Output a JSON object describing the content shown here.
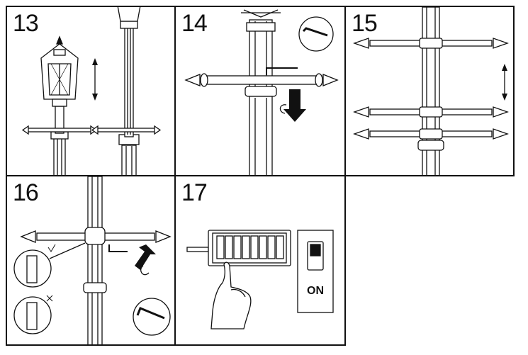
{
  "steps": [
    {
      "number": "13"
    },
    {
      "number": "14"
    },
    {
      "number": "15"
    },
    {
      "number": "16"
    },
    {
      "number": "17"
    }
  ],
  "switch_label": "ON",
  "colors": {
    "line": "#111111",
    "background": "#ffffff",
    "rod": "#f2f2f2"
  }
}
